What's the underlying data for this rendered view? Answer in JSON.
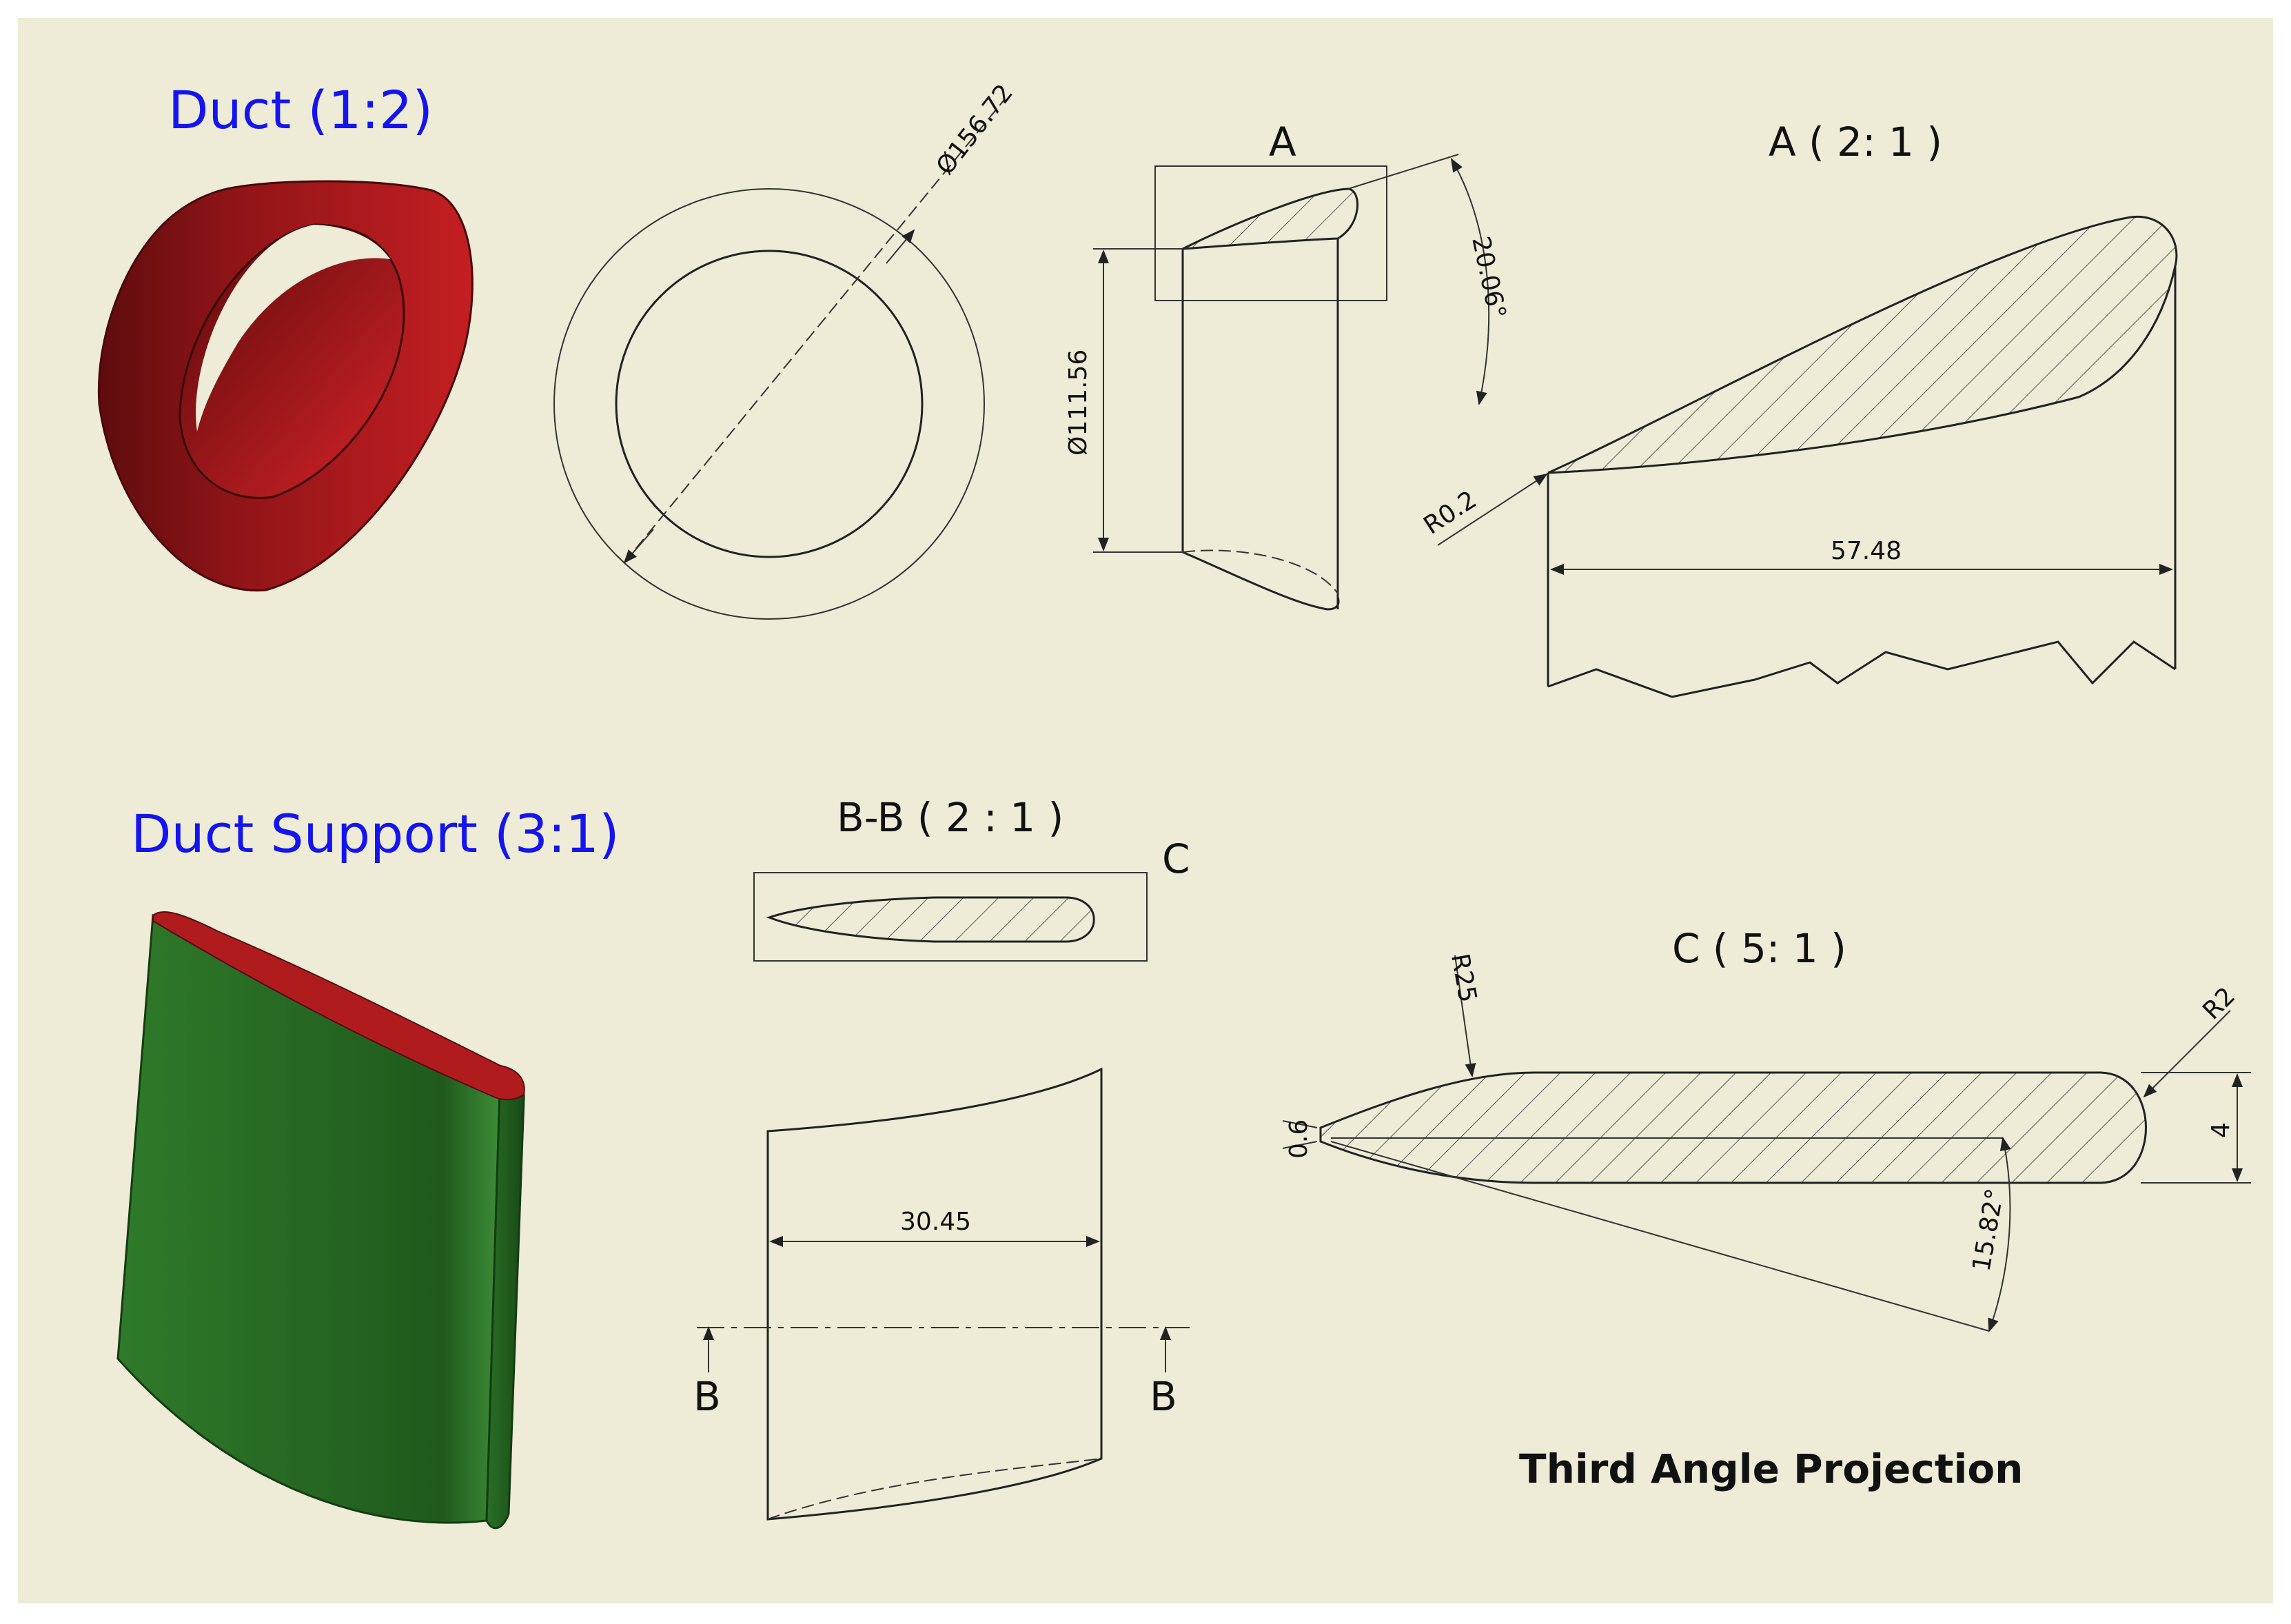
{
  "titles": {
    "duct": "Duct (1:2)",
    "duct_support": "Duct Support (3:1)"
  },
  "view_labels": {
    "view_a": "A",
    "detail_a": "A ( 2: 1 )",
    "section_bb": "B-B ( 2 : 1 )",
    "detail_c_ref": "C",
    "detail_c": "C ( 5: 1 )",
    "section_mark_left": "B",
    "section_mark_right": "B"
  },
  "dimensions": {
    "outer_diameter": "Ø156.72",
    "inner_diameter": "Ø111.56",
    "duct_angle": "20.06°",
    "edge_radius": "R0.2",
    "detail_a_length": "57.48",
    "support_width": "30.45",
    "tip_thickness": "0.6",
    "profile_radius": "R25",
    "nose_radius": "R2",
    "profile_thickness": "4",
    "taper_angle": "15.82°"
  },
  "footer": {
    "projection": "Third Angle Projection"
  },
  "colors": {
    "sheet_background": "#eeecd7",
    "title_blue": "#1414f0",
    "duct_red": "#b3191c",
    "support_green": "#2a6a26"
  }
}
